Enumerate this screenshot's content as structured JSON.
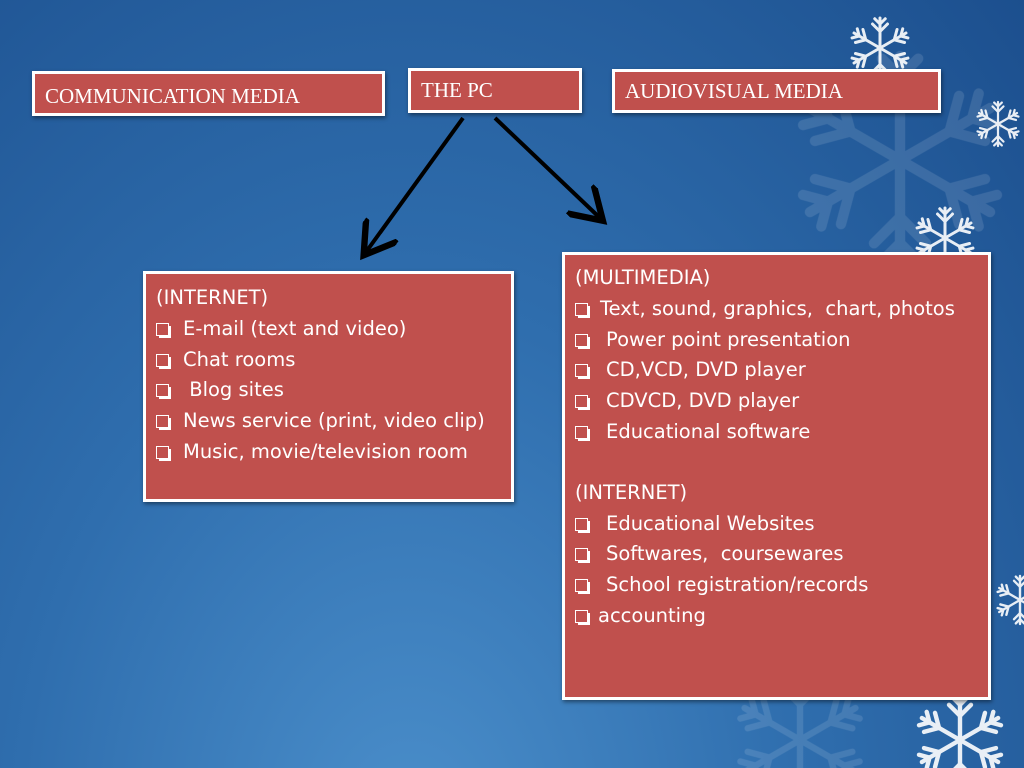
{
  "top_boxes": {
    "communication": "COMMUNICATION MEDIA",
    "pc": "THE PC",
    "audiovisual": "AUDIOVISUAL MEDIA"
  },
  "internet_box": {
    "heading": "(INTERNET)",
    "items": [
      "E-mail (text and video)",
      "Chat rooms",
      " Blog sites",
      "News service (print, video clip)",
      "Music, movie/television room"
    ]
  },
  "multimedia_box": {
    "heading": "(MULTIMEDIA)",
    "items": [
      "Text, sound, graphics,  chart, photos",
      "Power point presentation",
      "CD,VCD, DVD player",
      "CDVCD, DVD player",
      "Educational software"
    ],
    "internet_heading": "(INTERNET)",
    "internet_items": [
      "Educational Websites",
      "Softwares,  coursewares",
      "School registration/records",
      "accounting"
    ]
  },
  "colors": {
    "box_fill": "#c0504d",
    "box_border": "#ffffff",
    "background": "#2f6eae"
  },
  "icons": [
    "checkbox-bullet-icon",
    "arrow-icon",
    "snowflake-icon"
  ]
}
